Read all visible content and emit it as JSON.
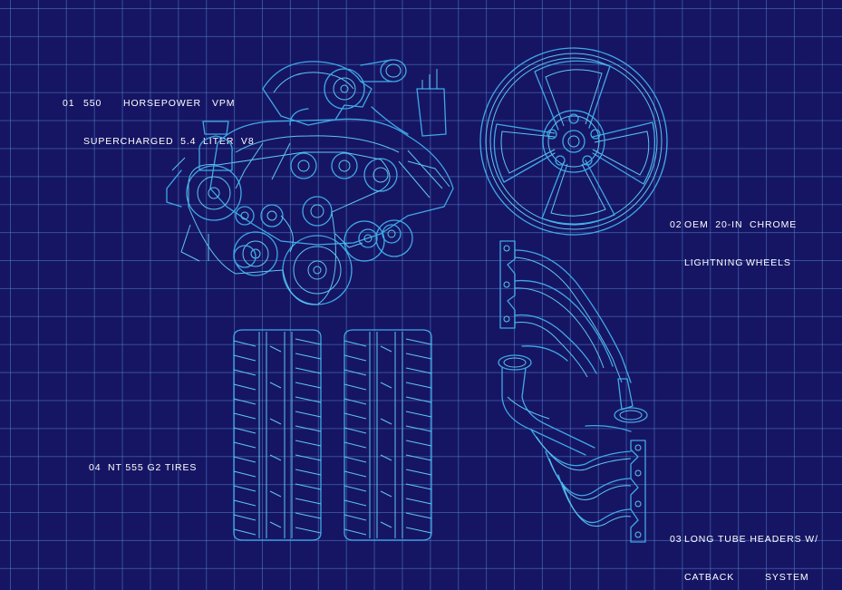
{
  "colors": {
    "background": "#161564",
    "grid": "#5a96dc",
    "line": "#3fa9e6",
    "text": "#ffffff"
  },
  "labels": {
    "engine": {
      "number": "01",
      "line1_a": "550",
      "line1_b": "HORSEPOWER",
      "line1_c": "VPM",
      "line2": "SUPERCHARGED  5.4  LITER  V8"
    },
    "wheels": {
      "number": "02",
      "line1": "OEM  20-IN  CHROME",
      "line2_a": "LIGHTNING",
      "line2_b": "WHEELS"
    },
    "headers": {
      "number": "03",
      "line1": "LONG TUBE HEADERS W/",
      "line2_a": "CATBACK",
      "line2_b": "SYSTEM"
    },
    "tires": {
      "number": "04",
      "line1": "NT 555 G2 TIRES"
    }
  },
  "illustrations": [
    "engine-illustration",
    "wheel-illustration",
    "headers-illustration",
    "tires-illustration"
  ]
}
